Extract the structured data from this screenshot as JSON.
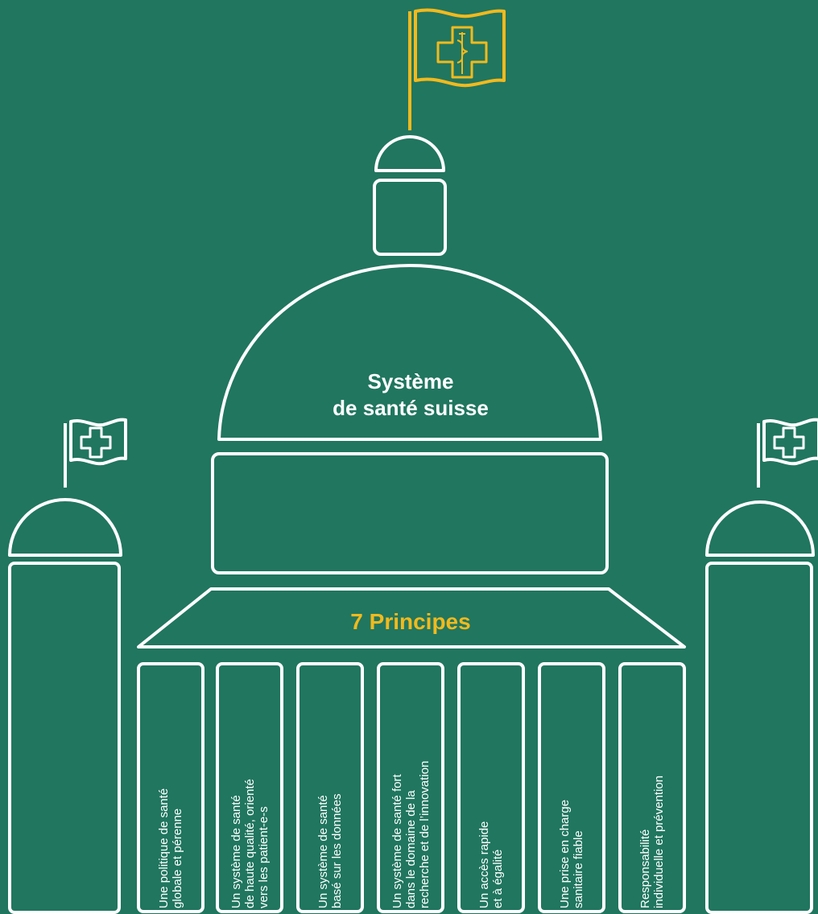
{
  "colors": {
    "background": "#20765F",
    "outline": "#FFFFFF",
    "accent": "#F2B91D"
  },
  "icons": {
    "main_flag": "swiss-cross-with-caduceus-flag-icon",
    "side_flags": "swiss-cross-flag-icon"
  },
  "dome": {
    "title_line1": "Système",
    "title_line2": "de santé suisse"
  },
  "roof": {
    "label": "7 Principes"
  },
  "pillars": [
    {
      "line1": "Une politique de santé",
      "line2": "globale et pérenne",
      "line3": ""
    },
    {
      "line1": "Un système de santé",
      "line2": "de haute qualité, orienté",
      "line3": "vers les patient-e-s"
    },
    {
      "line1": "Un système de santé",
      "line2": "basé sur les données",
      "line3": ""
    },
    {
      "line1": "Un système de santé fort",
      "line2": "dans le domaine de la",
      "line3": "recherche et de l’innovation"
    },
    {
      "line1": "Un accès rapide",
      "line2": "et à égalité",
      "line3": ""
    },
    {
      "line1": "Une prise en charge",
      "line2": "sanitaire fiable",
      "line3": ""
    },
    {
      "line1": "Responsabilité",
      "line2": "individuelle et prévention",
      "line3": ""
    }
  ]
}
